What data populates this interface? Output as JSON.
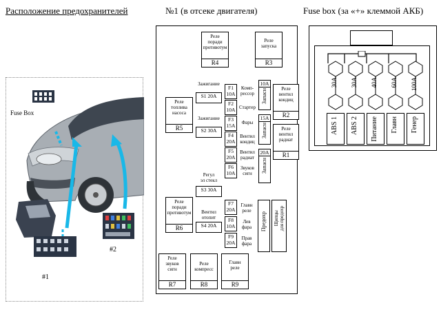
{
  "titles": {
    "left": "Расположение предохранителей",
    "center": "№1  (в отсеке двигателя)",
    "right": "Fuse box (за «+» клеммой АКБ)"
  },
  "car": {
    "fuse_box_label": "Fuse Box",
    "label_1": "#1",
    "label_2": "#2"
  },
  "box1": {
    "relays": {
      "r4": {
        "name": "Реле\nпоради\nпротивотум",
        "id": "R4"
      },
      "r3": {
        "name": "Реле\nзапуска",
        "id": "R3"
      },
      "r5": {
        "name": "Реле\nтоплива\nнасоса",
        "id": "R5"
      },
      "r2": {
        "name": "Реле\nвентил\nкондиц",
        "id": "R2"
      },
      "r1": {
        "name": "Реле\nвентил\nрадиат",
        "id": "R1"
      },
      "r6": {
        "name": "Реле\nпоради\nпротивотум",
        "id": "R6"
      },
      "r7": {
        "name": "Реле\nзвуков\nсигн",
        "id": "R7"
      },
      "r8": {
        "name": "Реле\nкомпресс",
        "id": "R8"
      },
      "r9": {
        "name": "Главн\nреле",
        "id": "R9"
      }
    },
    "ignition_top": "Зажигание",
    "s1": "S1",
    "s1_amp": "20A",
    "ignition_bottom": "Зажигание",
    "s2": "S2",
    "s2_amp": "30A",
    "regul": "Регул\nэл стекл",
    "s3": "S3",
    "s3_amp": "30A",
    "ventil": "Вентил\nотопит",
    "s4": "S4",
    "s4_amp": "20A",
    "fuses_left": [
      {
        "f": "F1",
        "amp": "10A",
        "desc": "Комп-\nрессор"
      },
      {
        "f": "F2",
        "amp": "10A",
        "desc": "Стартер"
      },
      {
        "f": "F3",
        "amp": "15A",
        "desc": "Фары"
      },
      {
        "f": "F4",
        "amp": "20A",
        "desc": "Вентил\nкондиц"
      },
      {
        "f": "F5",
        "amp": "20A",
        "desc": "Вентил\nрадиат"
      },
      {
        "f": "F6",
        "amp": "10A",
        "desc": "Звуков\nсигн"
      }
    ],
    "fuses_bottom": [
      {
        "f": "F7",
        "amp": "20A",
        "desc": "Главн\nреле"
      },
      {
        "f": "F8",
        "amp": "10A",
        "desc": "Лев\nфара"
      },
      {
        "f": "F9",
        "amp": "20A",
        "desc": "Прав\nфара"
      }
    ],
    "spare": [
      {
        "amp": "10A",
        "label": "Запасн"
      },
      {
        "amp": "15A",
        "label": "Запасн"
      },
      {
        "amp": "20A",
        "label": "Запасн"
      }
    ],
    "predohr": "Предохр",
    "tweezers": "Щипцы\nдля предохр"
  },
  "box2": {
    "fuses": [
      {
        "amp": "30A",
        "label": "ABS 1"
      },
      {
        "amp": "30A",
        "label": "ABS 2"
      },
      {
        "amp": "40A",
        "label": "Питание"
      },
      {
        "amp": "60A",
        "label": "Главн"
      },
      {
        "amp": "100A",
        "label": "Генер"
      }
    ]
  },
  "colors": {
    "arrow": "#19b8e8",
    "car_body": "#a8aeb4",
    "car_dark": "#5a6068",
    "fusebox_dark": "#2a3444"
  }
}
